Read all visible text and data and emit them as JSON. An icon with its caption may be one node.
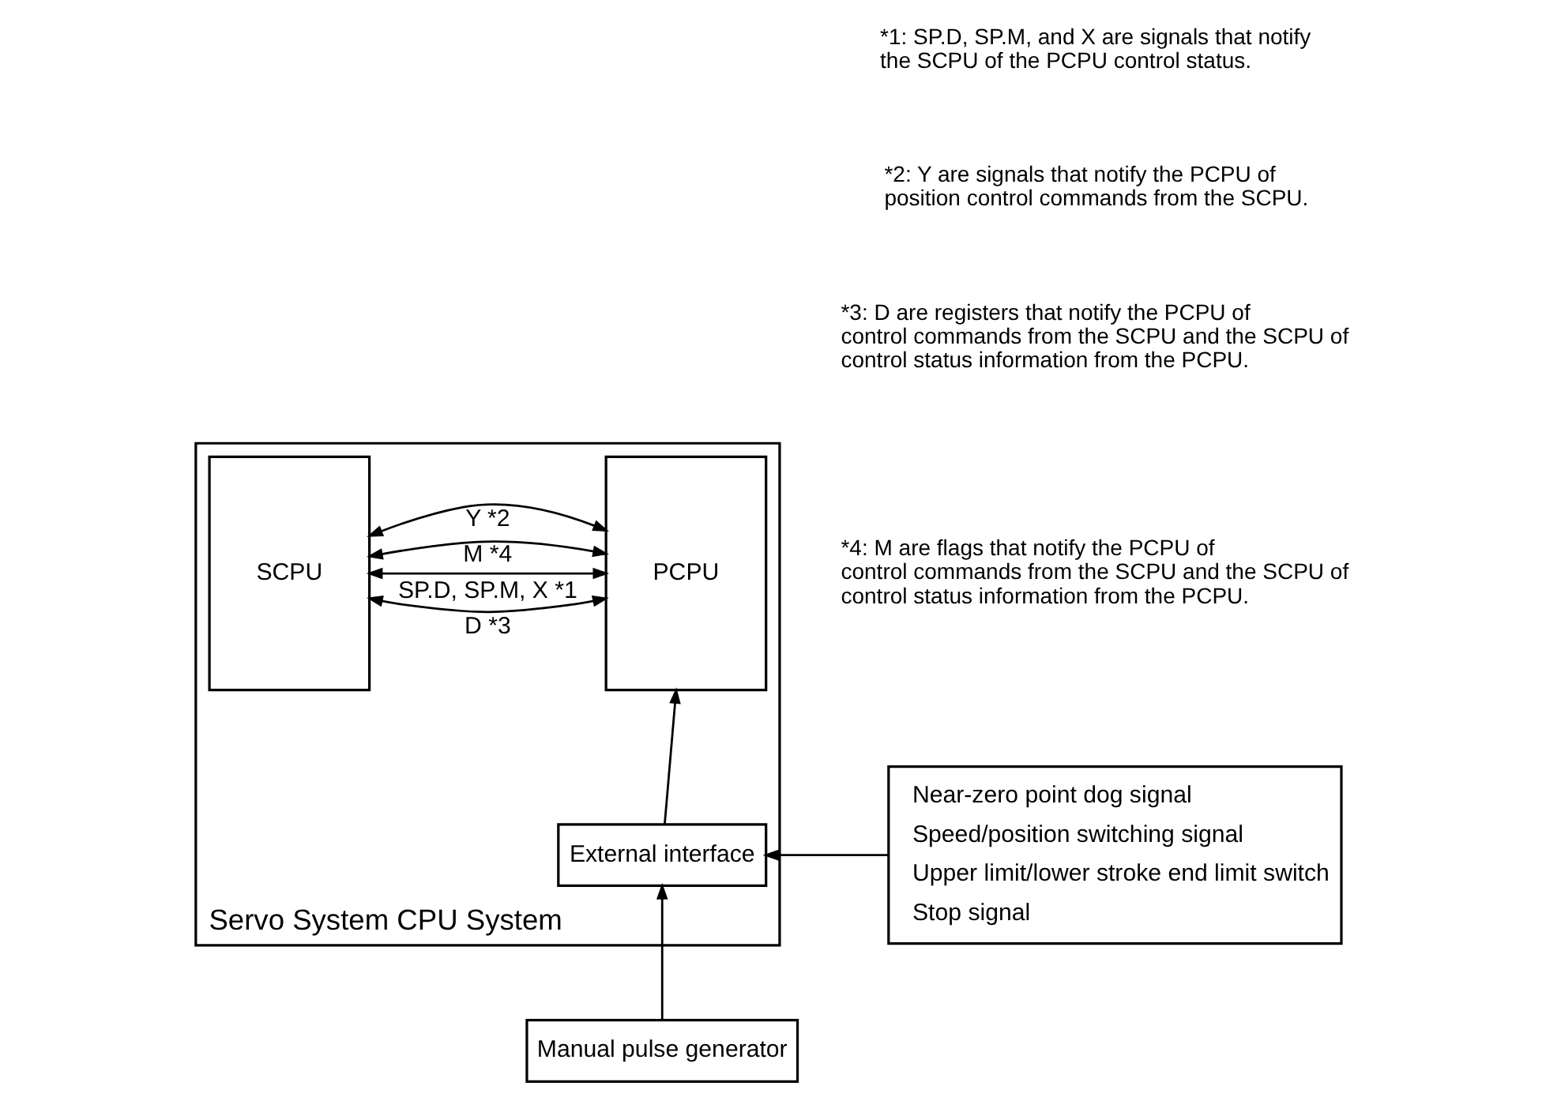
{
  "diagram": {
    "nodes": [
      {
        "text": [
          "Servo System CPU System"
        ]
      },
      {
        "text": [
          "SCPU"
        ],
        "in": 0
      },
      {
        "text": [
          "PCPU"
        ],
        "in": 0
      },
      {
        "text": [
          "External interface"
        ],
        "in": 0
      },
      {
        "text": [
          "Near-zero point dog signal",
          "Speed/position switching signal",
          "Upper limit/lower stroke end limit switch",
          "Stop signal"
        ]
      },
      {
        "text": [
          "Manual pulse generator"
        ]
      }
    ],
    "edges": [
      {
        "from": 1,
        "to": 2,
        "arrow": "both",
        "label": "SP.D, SP.M, X *1"
      },
      {
        "from": 1,
        "to": 2,
        "arrow": "both",
        "label": "Y *2"
      },
      {
        "from": 1,
        "to": 2,
        "arrow": "both",
        "label": "D *3"
      },
      {
        "from": 1,
        "to": 2,
        "arrow": "both",
        "label": "M *4"
      },
      {
        "from": 3,
        "to": 2,
        "arrow": "to"
      },
      {
        "from": 4,
        "to": 3,
        "arrow": "to"
      },
      {
        "from": 5,
        "to": 3,
        "arrow": "to"
      }
    ],
    "labels": [
      "*1: SP.D, SP.M, and X are signals that notify the SCPU of the PCPU control status.",
      "*2: Y are signals that notify the PCPU of position control commands from the SCPU.",
      "*3: D are registers that notify the PCPU of control commands from the SCPU and the SCPU of control status information from the PCPU.",
      "*4: M are flags that notify the PCPU of control commands from the SCPU and the SCPU of control status information from the PCPU."
    ]
  }
}
